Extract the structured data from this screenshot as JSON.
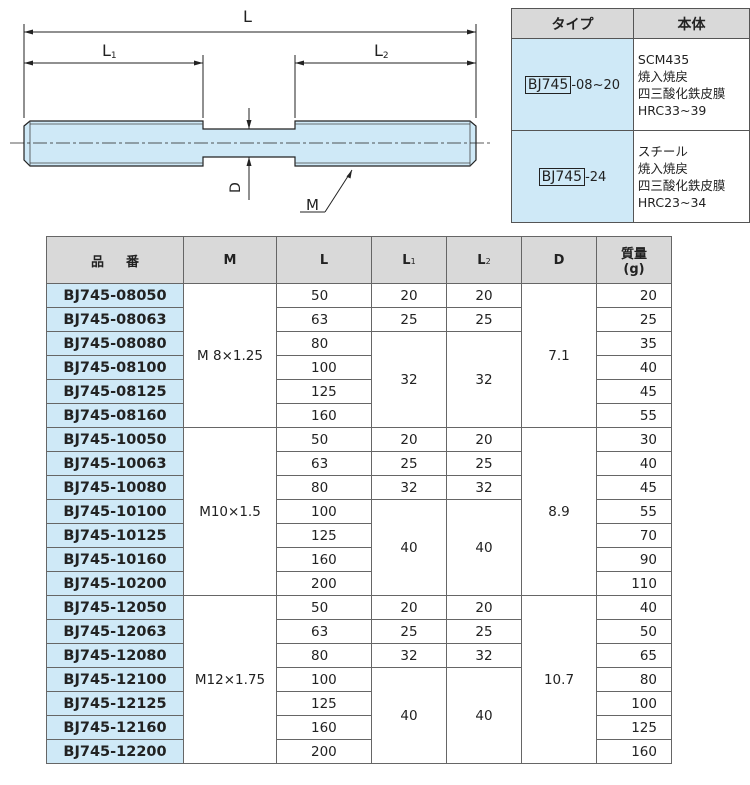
{
  "drawing": {
    "dim_L": "L",
    "dim_L1_main": "L",
    "dim_L1_sub": "1",
    "dim_L2_main": "L",
    "dim_L2_sub": "2",
    "dim_D": "D",
    "dim_M": "M"
  },
  "type_table": {
    "headers": [
      "タイプ",
      "本体"
    ],
    "rows": [
      {
        "code": "BJ745",
        "suffix": "-08~20",
        "body": [
          "SCM435",
          "焼入焼戻",
          "四三酸化鉄皮膜",
          "HRC33~39"
        ]
      },
      {
        "code": "BJ745",
        "suffix": "-24",
        "body": [
          "スチール",
          "焼入焼戻",
          "四三酸化鉄皮膜",
          "HRC23~34"
        ]
      }
    ]
  },
  "spec_table": {
    "headers": {
      "part_no": "品番",
      "m": "M",
      "l": "L",
      "l1_main": "L",
      "l1_sub": "1",
      "l2_main": "L",
      "l2_sub": "2",
      "d": "D",
      "mass_line1": "質量",
      "mass_line2": "(g)"
    },
    "groups": [
      {
        "m": "M  8×1.25",
        "d": "7.1",
        "rows": [
          {
            "pn": "BJ745-08050",
            "l": "50",
            "l1": "20",
            "l2": "20",
            "mass": "20"
          },
          {
            "pn": "BJ745-08063",
            "l": "63",
            "l1": "25",
            "l2": "25",
            "mass": "25"
          },
          {
            "pn": "BJ745-08080",
            "l": "80",
            "mass": "35"
          },
          {
            "pn": "BJ745-08100",
            "l": "100",
            "mass": "40"
          },
          {
            "pn": "BJ745-08125",
            "l": "125",
            "mass": "45"
          },
          {
            "pn": "BJ745-08160",
            "l": "160",
            "mass": "55"
          }
        ],
        "merged_l1": "32",
        "merged_l2": "32"
      },
      {
        "m": "M10×1.5",
        "d": "8.9",
        "rows": [
          {
            "pn": "BJ745-10050",
            "l": "50",
            "l1": "20",
            "l2": "20",
            "mass": "30"
          },
          {
            "pn": "BJ745-10063",
            "l": "63",
            "l1": "25",
            "l2": "25",
            "mass": "40"
          },
          {
            "pn": "BJ745-10080",
            "l": "80",
            "l1": "32",
            "l2": "32",
            "mass": "45"
          },
          {
            "pn": "BJ745-10100",
            "l": "100",
            "mass": "55"
          },
          {
            "pn": "BJ745-10125",
            "l": "125",
            "mass": "70"
          },
          {
            "pn": "BJ745-10160",
            "l": "160",
            "mass": "90"
          },
          {
            "pn": "BJ745-10200",
            "l": "200",
            "mass": "110"
          }
        ],
        "merged_l1": "40",
        "merged_l2": "40"
      },
      {
        "m": "M12×1.75",
        "d": "10.7",
        "rows": [
          {
            "pn": "BJ745-12050",
            "l": "50",
            "l1": "20",
            "l2": "20",
            "mass": "40"
          },
          {
            "pn": "BJ745-12063",
            "l": "63",
            "l1": "25",
            "l2": "25",
            "mass": "50"
          },
          {
            "pn": "BJ745-12080",
            "l": "80",
            "l1": "32",
            "l2": "32",
            "mass": "65"
          },
          {
            "pn": "BJ745-12100",
            "l": "100",
            "mass": "80"
          },
          {
            "pn": "BJ745-12125",
            "l": "125",
            "mass": "100"
          },
          {
            "pn": "BJ745-12160",
            "l": "160",
            "mass": "125"
          },
          {
            "pn": "BJ745-12200",
            "l": "200",
            "mass": "160"
          }
        ],
        "merged_l1": "40",
        "merged_l2": "40"
      }
    ]
  },
  "colors": {
    "highlight_blue": "#cfe9f7",
    "header_gray": "#d9d9d9"
  }
}
